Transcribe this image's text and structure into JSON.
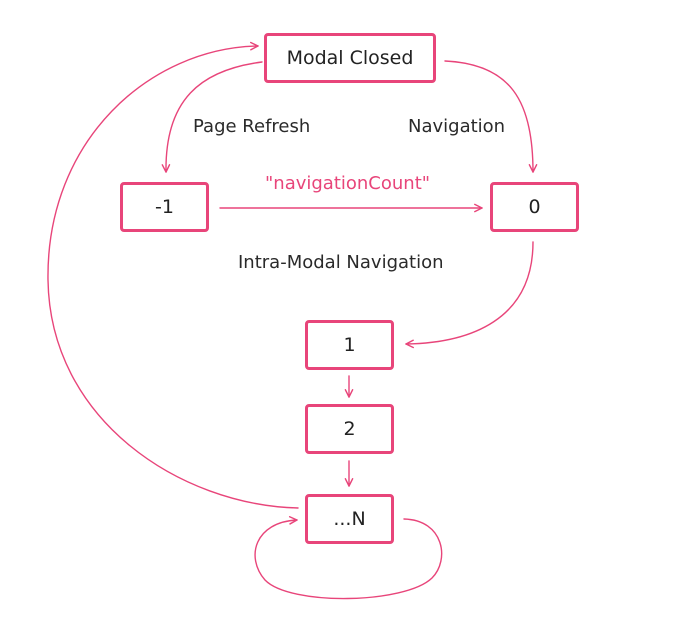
{
  "colors": {
    "accent": "#e8457a",
    "text": "#2a2a2a",
    "background": "#ffffff"
  },
  "nodes": {
    "modal_closed": "Modal Closed",
    "minus_one": "-1",
    "zero": "0",
    "one": "1",
    "two": "2",
    "n": "...N"
  },
  "labels": {
    "page_refresh": "Page Refresh",
    "navigation": "Navigation",
    "navigation_count": "\"navigationCount\"",
    "intra_modal_navigation": "Intra-Modal Navigation"
  }
}
